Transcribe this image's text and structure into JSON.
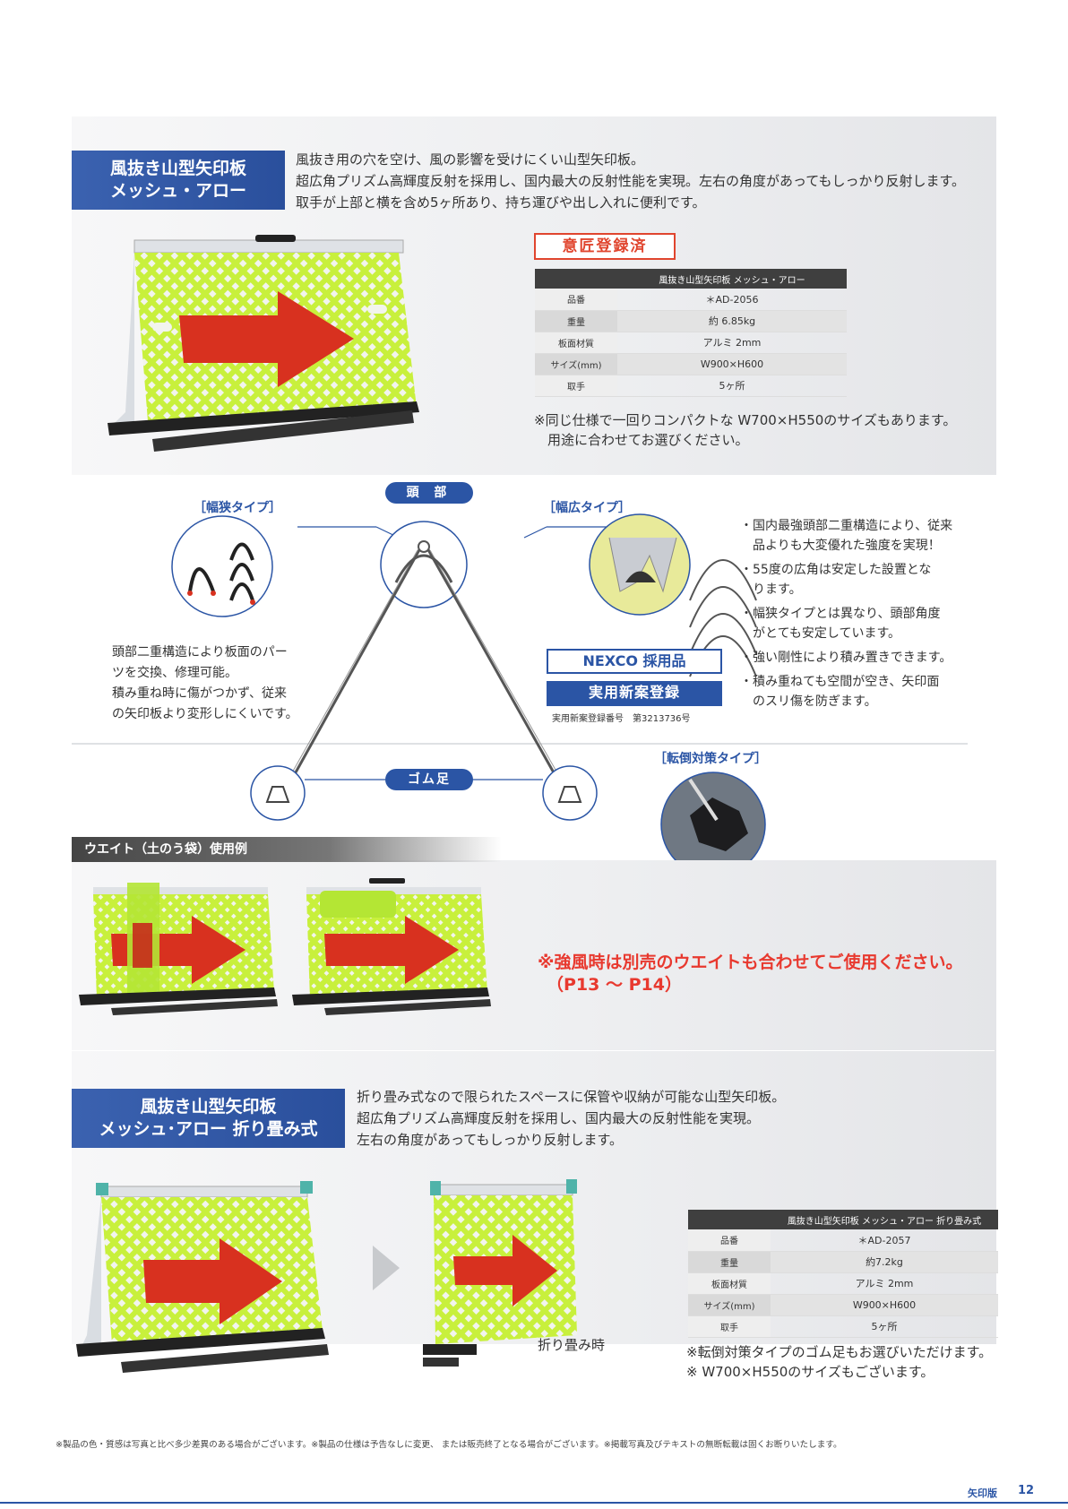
{
  "section1": {
    "title_line1": "風抜き山型矢印板",
    "title_line2": "メッシュ・アロー",
    "desc": [
      "風抜き用の穴を空け、風の影響を受けにくい山型矢印板。",
      "超広角プリズム高輝度反射を採用し、国内最大の反射性能を実現。左右の角度があってもしっかり反射します。",
      "取手が上部と横を含め5ヶ所あり、持ち運びや出し入れに便利です。"
    ],
    "badge": "意匠登録済",
    "table": {
      "header": "風抜き山型矢印板 メッシュ・アロー",
      "rows": [
        {
          "key": "品番",
          "value": "＊AD-2056"
        },
        {
          "key": "重量",
          "value": "約 6.85kg"
        },
        {
          "key": "板面材質",
          "value": "アルミ 2mm"
        },
        {
          "key": "サイズ(mm)",
          "value": "W900×H600"
        },
        {
          "key": "取手",
          "value": "5ヶ所"
        }
      ]
    },
    "note": [
      "※同じ仕様で一回りコンパクトな W700×H550のサイズもあります。",
      "　用途に合わせてお選びください。"
    ]
  },
  "structure": {
    "head_pill": "頭 部",
    "narrow_label": "［幅狭タイプ］",
    "wide_label": "［幅広タイプ］",
    "left_text": [
      "頭部二重構造により板面のパー",
      "ツを交換、修理可能。",
      "積み重ね時に傷がつかず、従来",
      "の矢印板より変形しにくいです。"
    ],
    "nexco": "NEXCO 採用品",
    "jitsuyo": "実用新案登録",
    "jitsuyo_no": "実用新案登録番号　第3213736号",
    "bullets": [
      [
        "・国内最強頭部二重構造により、従来",
        "　品よりも大変優れた強度を実現！"
      ],
      [
        "・55度の広角は安定した設置とな",
        "　ります。"
      ],
      [
        "・幅狭タイプとは異なり、頭部角度",
        "　がとても安定しています。"
      ],
      [
        "・強い剛性により積み置きできます。"
      ],
      [
        "・積み重ねても空間が空き、矢印面",
        "　のスリ傷を防ぎます。"
      ]
    ],
    "rubber_pill": "ゴム足",
    "tenkan_label": "［転倒対策タイプ］"
  },
  "weight": {
    "bar": "ウエイト（土のう袋）使用例",
    "red_note": [
      "※強風時は別売のウエイトも合わせてご使用ください。",
      "（P13 ～ P14）"
    ]
  },
  "section2": {
    "title_line1": "風抜き山型矢印板",
    "title_line2": "メッシュ･アロー 折り畳み式",
    "desc": [
      "折り畳み式なので限られたスペースに保管や収納が可能な山型矢印板。",
      "超広角プリズム高輝度反射を採用し、国内最大の反射性能を実現。",
      "左右の角度があってもしっかり反射します。"
    ],
    "folded_caption": "折り畳み時",
    "table": {
      "header": "風抜き山型矢印板 メッシュ・アロー 折り畳み式",
      "rows": [
        {
          "key": "品番",
          "value": "＊AD-2057"
        },
        {
          "key": "重量",
          "value": "約7.2kg"
        },
        {
          "key": "板面材質",
          "value": "アルミ 2mm"
        },
        {
          "key": "サイズ(mm)",
          "value": "W900×H600"
        },
        {
          "key": "取手",
          "value": "5ヶ所"
        }
      ]
    },
    "note": [
      "※転倒対策タイプのゴム足もお選びいただけます。",
      "※ W700×H550のサイズもございます。"
    ]
  },
  "footer": {
    "disclaimer": "※製品の色・質感は写真と比べ多少差異のある場合がございます。※製品の仕様は予告なしに変更、 または販売終了となる場合がございます。※掲載写真及びテキストの無断転載は固くお断りいたします。",
    "section": "矢印版",
    "page": "12"
  },
  "colors": {
    "brand_blue": "#2b55a5",
    "accent_red": "#e8392f",
    "panel_yellow": "#c8f03c",
    "arrow_red": "#d8311f"
  }
}
